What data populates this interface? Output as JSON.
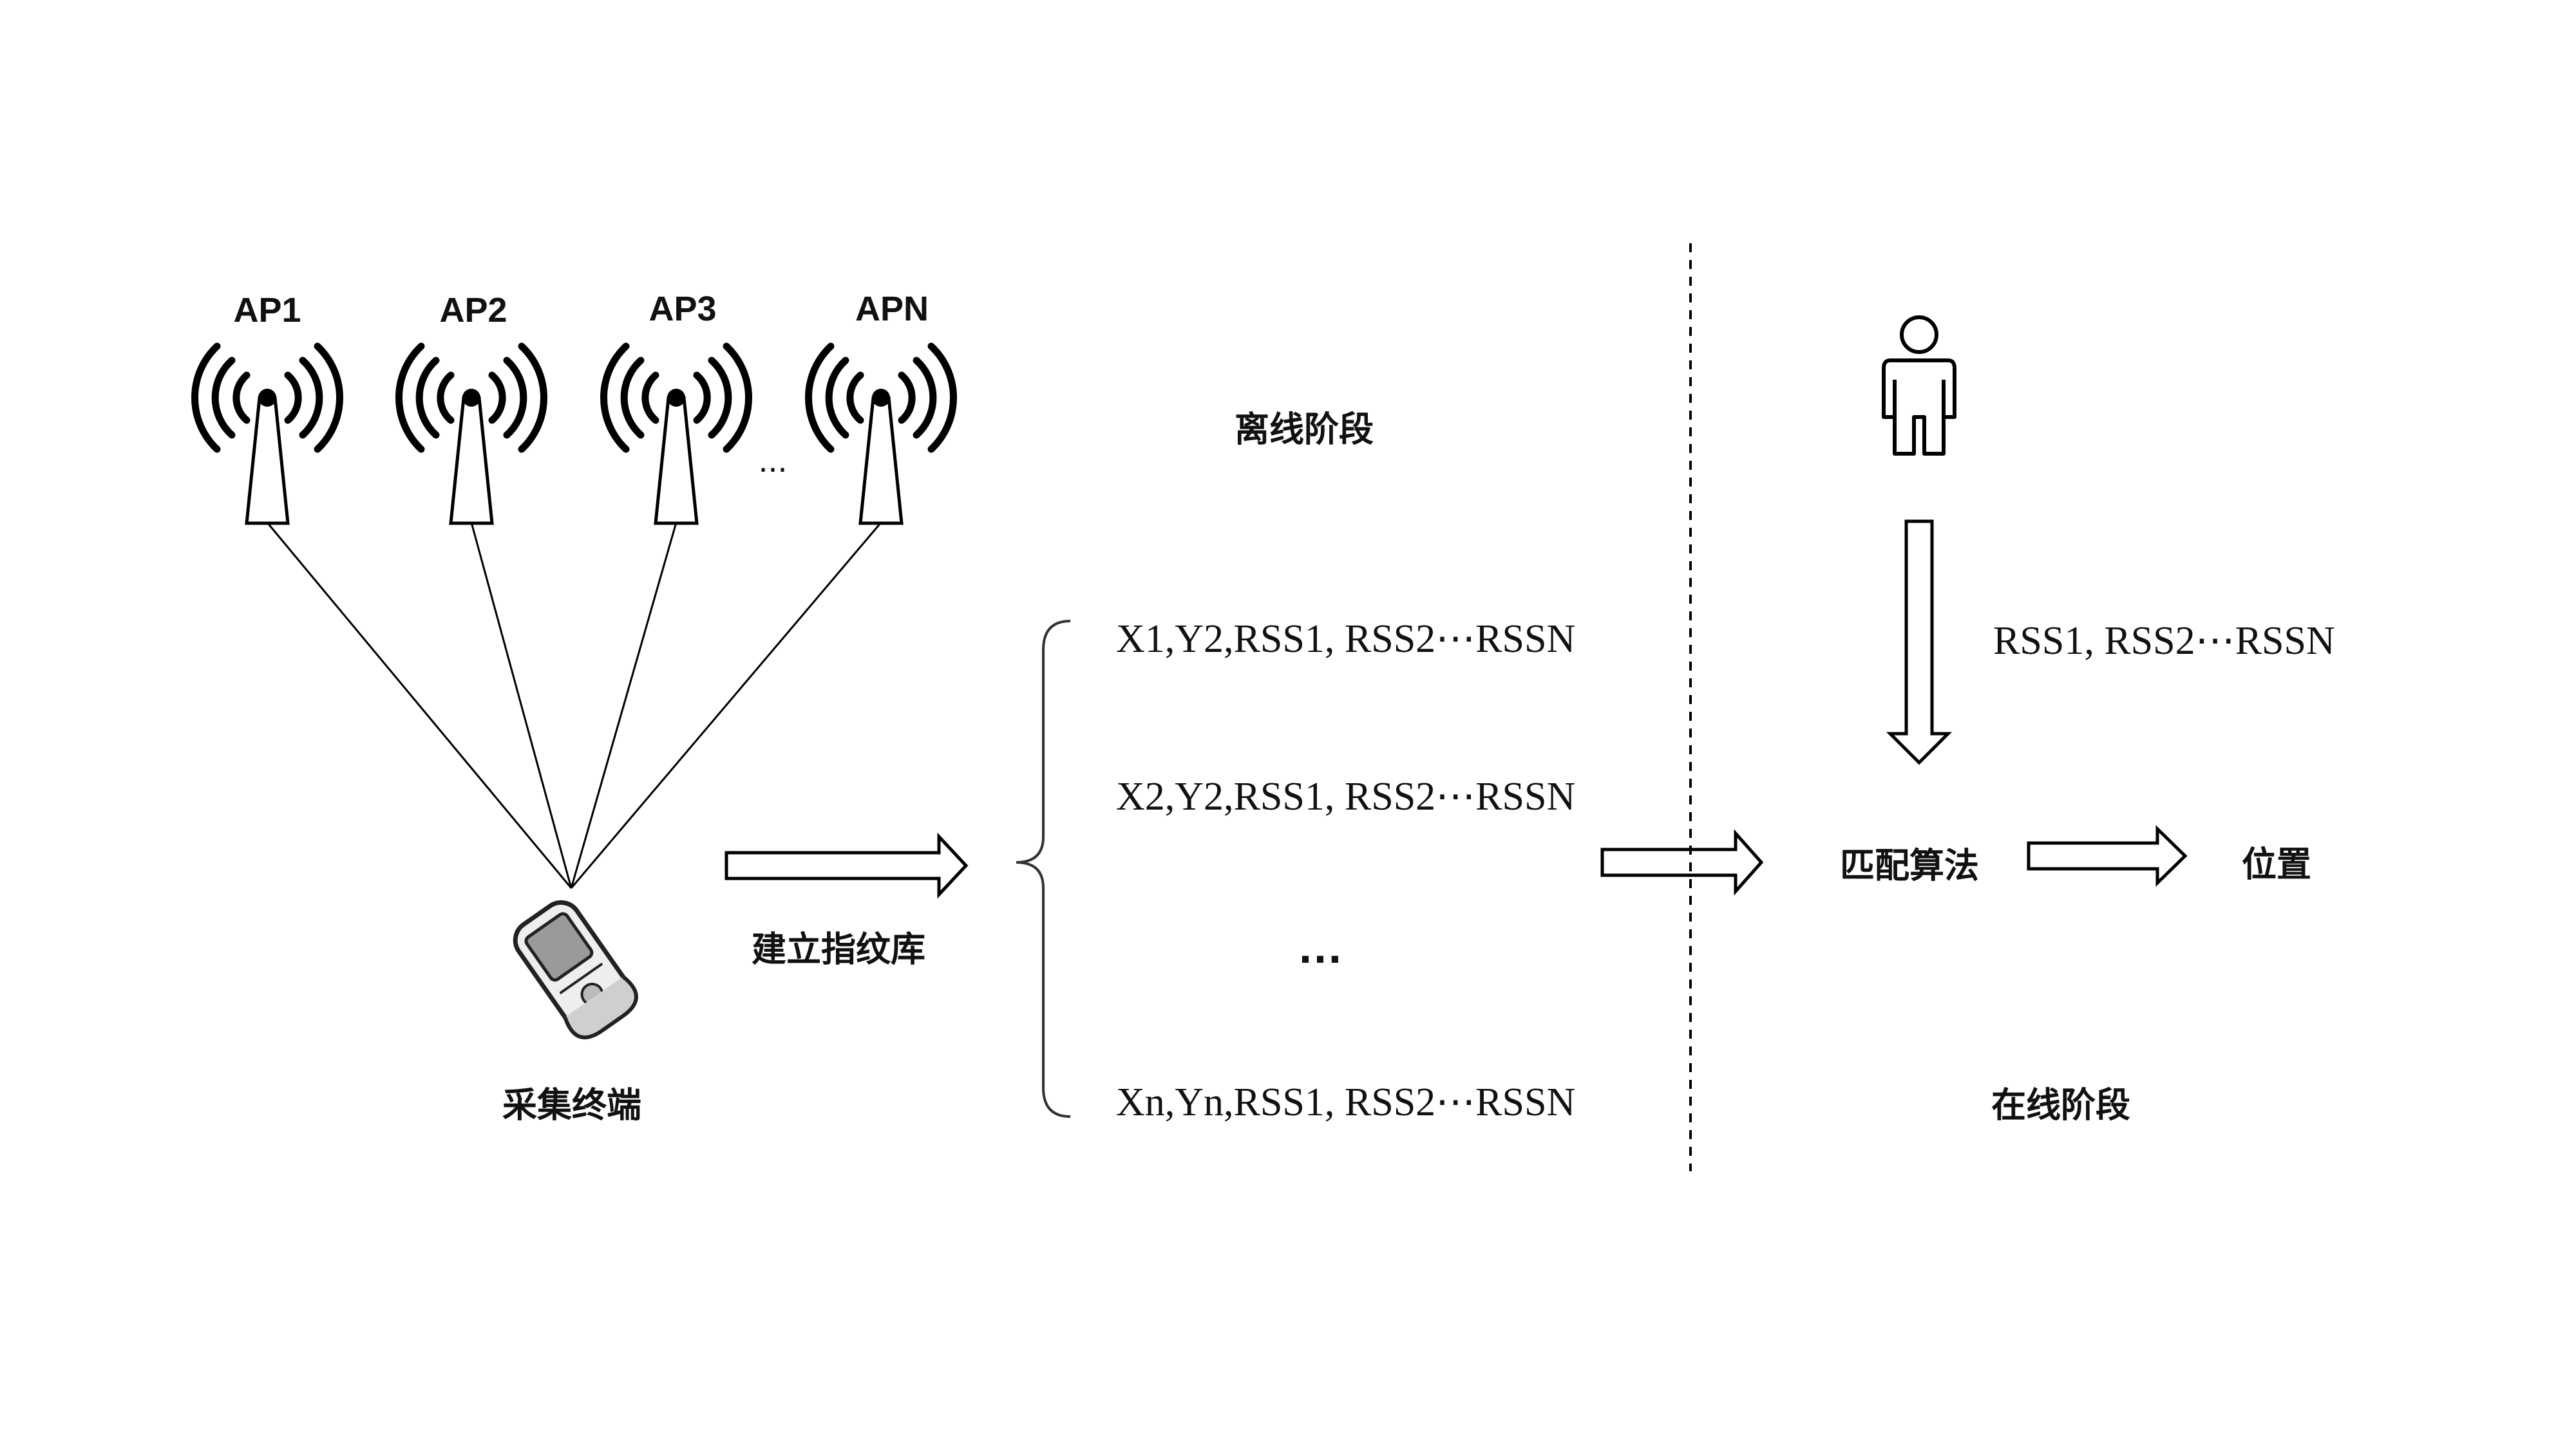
{
  "access_points": [
    {
      "label": "AP1"
    },
    {
      "label": "AP2"
    },
    {
      "label": "AP3"
    },
    {
      "label": "APN"
    }
  ],
  "ap_ellipsis": "...",
  "collector_label": "采集终端",
  "build_label": "建立指纹库",
  "offline_title": "离线阶段",
  "fingerprint_records": [
    "X1,Y2,RSS1, RSS2⋯RSSN",
    "X2,Y2,RSS1, RSS2⋯RSSN",
    "…",
    "Xn,Yn,RSS1, RSS2⋯RSSN"
  ],
  "online_rss": "RSS1, RSS2⋯RSSN",
  "matching_label": "匹配算法",
  "position_label": "位置",
  "online_title": "在线阶段",
  "icons": [
    "wifi-tower-icon",
    "phone-icon",
    "person-icon"
  ]
}
